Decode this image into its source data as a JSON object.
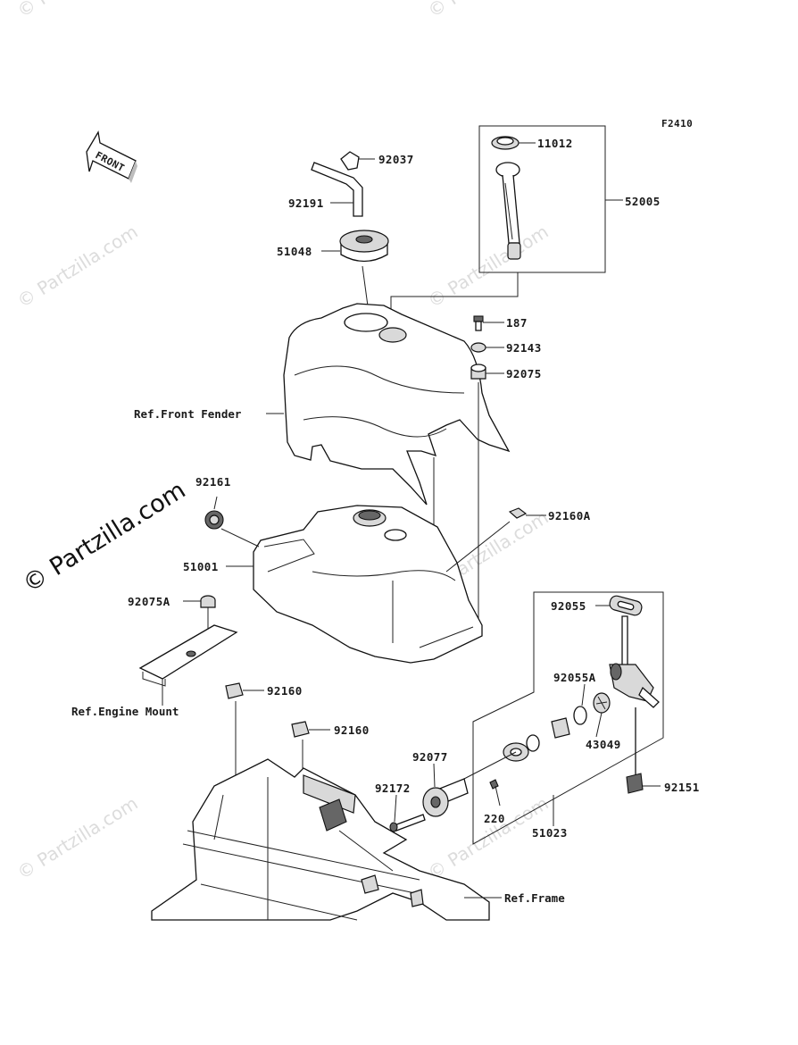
{
  "figure_code": "F2410",
  "front_arrow_label": "FRONT",
  "watermark": {
    "text": "© Partzilla.com",
    "main_text": "© Partzilla.com"
  },
  "parts": [
    {
      "id": "p-11012",
      "label": "11012"
    },
    {
      "id": "p-52005",
      "label": "52005"
    },
    {
      "id": "p-92037",
      "label": "92037"
    },
    {
      "id": "p-92191",
      "label": "92191"
    },
    {
      "id": "p-51048",
      "label": "51048"
    },
    {
      "id": "p-187",
      "label": "187"
    },
    {
      "id": "p-92143",
      "label": "92143"
    },
    {
      "id": "p-92075",
      "label": "92075"
    },
    {
      "id": "p-92161",
      "label": "92161"
    },
    {
      "id": "p-92160A",
      "label": "92160A"
    },
    {
      "id": "p-51001",
      "label": "51001"
    },
    {
      "id": "p-92075A",
      "label": "92075A"
    },
    {
      "id": "p-92055",
      "label": "92055"
    },
    {
      "id": "p-92055A",
      "label": "92055A"
    },
    {
      "id": "p-43049",
      "label": "43049"
    },
    {
      "id": "p-92160-a",
      "label": "92160"
    },
    {
      "id": "p-92160-b",
      "label": "92160"
    },
    {
      "id": "p-92077",
      "label": "92077"
    },
    {
      "id": "p-92172",
      "label": "92172"
    },
    {
      "id": "p-220",
      "label": "220"
    },
    {
      "id": "p-51023",
      "label": "51023"
    },
    {
      "id": "p-92151",
      "label": "92151"
    }
  ],
  "references": {
    "front_fender": "Ref.Front Fender",
    "engine_mount": "Ref.Engine Mount",
    "frame": "Ref.Frame"
  }
}
